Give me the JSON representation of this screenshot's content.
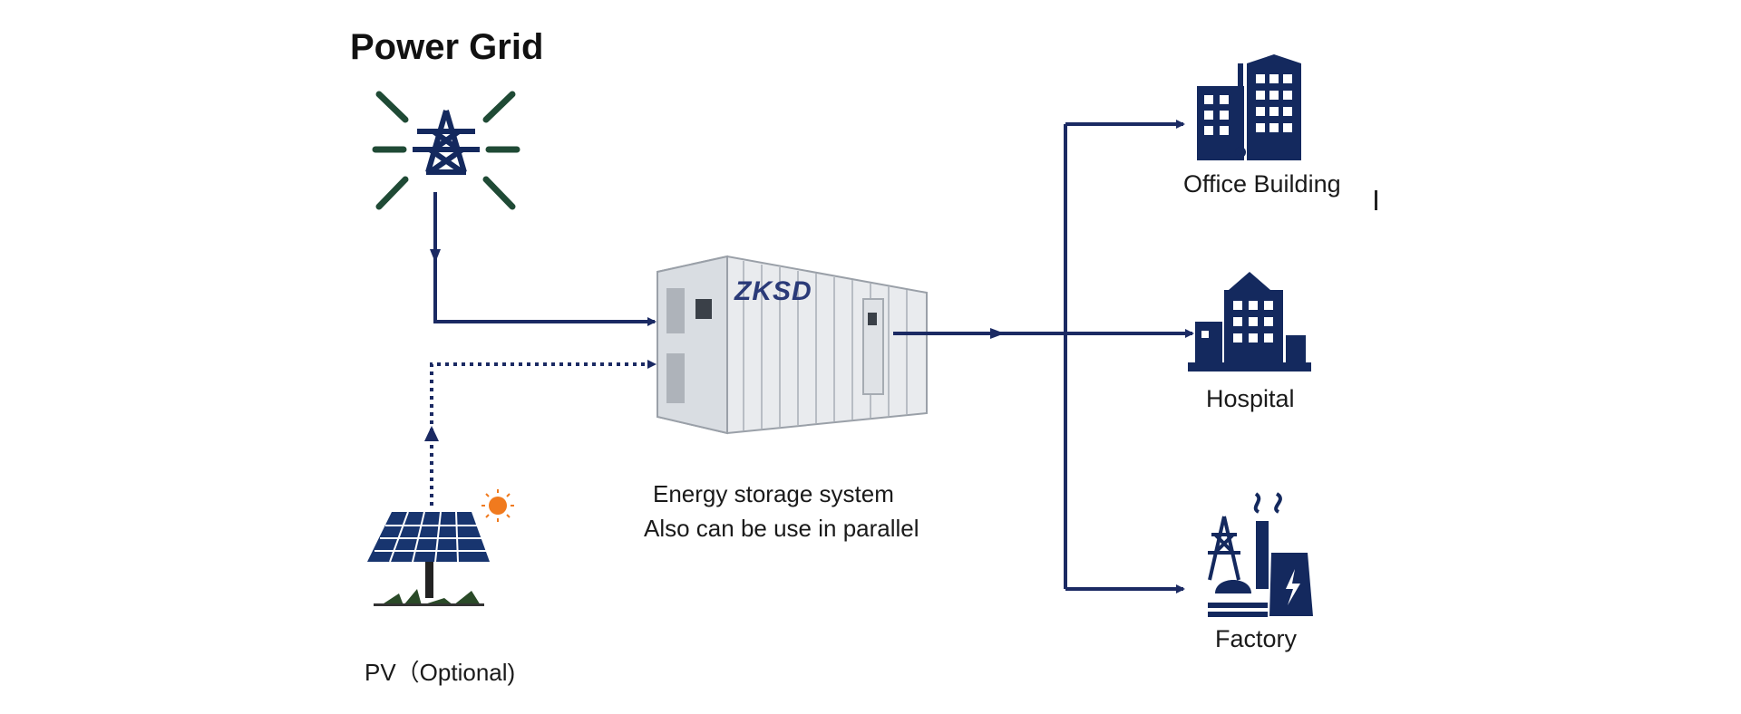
{
  "labels": {
    "power_grid": "Power Grid",
    "office_building": "Office Building",
    "hospital": "Hospital",
    "factory": "Factory",
    "pv": "PV（Optional)",
    "ess_line1": "Energy storage system",
    "ess_line2": "Also can be use in parallel",
    "brand": "ZKSD"
  },
  "icons": {
    "grid": "transmission-tower-icon",
    "office": "office-building-icon",
    "hospital": "hospital-icon",
    "factory": "factory-icon",
    "solar": "solar-panel-icon",
    "sun": "sun-icon",
    "storage": "energy-storage-container-icon"
  },
  "colors": {
    "flow": "#1b2a63",
    "icon_navy": "#14295e",
    "grid_rays": "#1f4a35",
    "sun": "#f07a1e",
    "container": "#e6e8ea"
  }
}
